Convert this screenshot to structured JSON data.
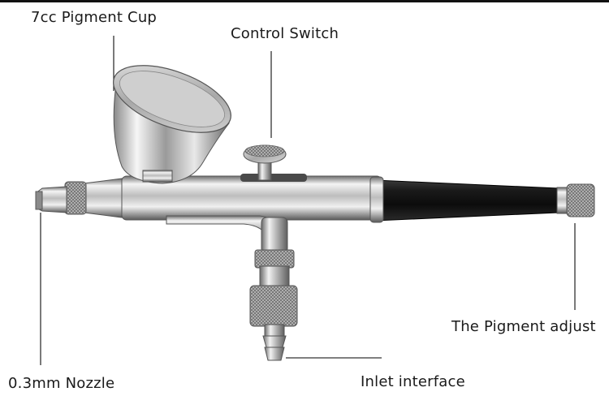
{
  "labels": {
    "pigment_cup": "7cc Pigment Cup",
    "control_switch": "Control Switch",
    "pigment_adjust": "The Pigment adjust",
    "nozzle": "0.3mm Nozzle",
    "inlet": "Inlet interface"
  },
  "colors": {
    "background": "#ffffff",
    "chrome_light": "#f2f2f2",
    "chrome_mid": "#b9b9b9",
    "chrome_dark": "#6e6e6e",
    "handle_black": "#1b1b1b",
    "leader_line": "#333333",
    "text": "#1a1a1a"
  }
}
